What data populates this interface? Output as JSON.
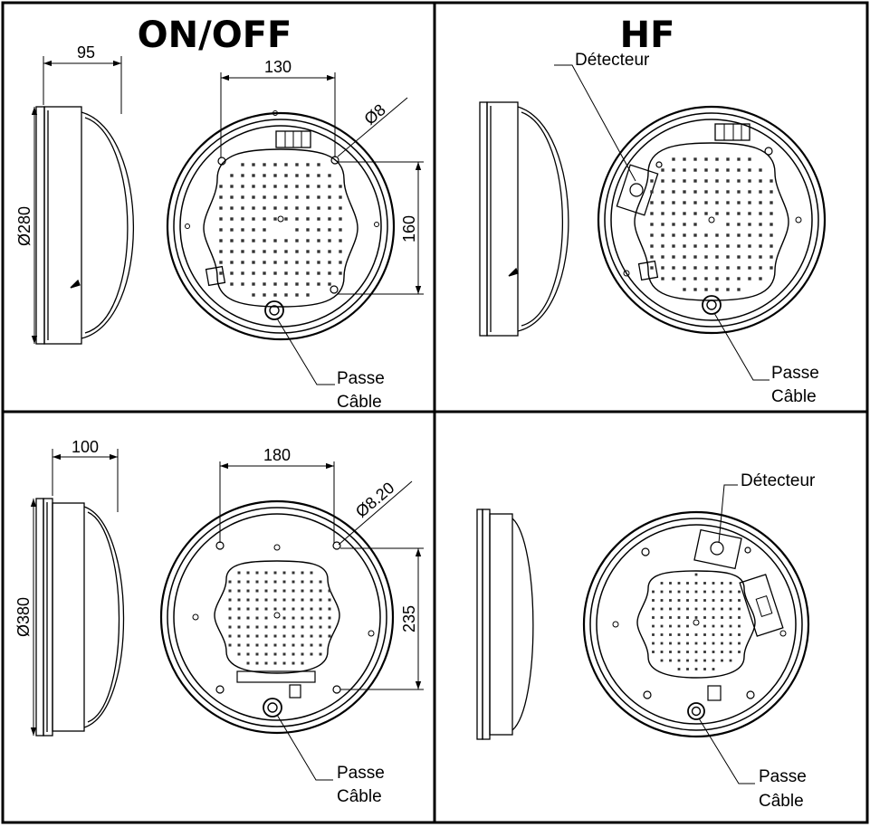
{
  "headers": {
    "left": "ON/OFF",
    "right": "HF"
  },
  "panel_tl": {
    "width": "95",
    "diameter": "Ø280",
    "spacing": "130",
    "hole": "Ø8",
    "height": "160",
    "cable_line1": "Passe",
    "cable_line2": "Câble"
  },
  "panel_tr": {
    "detector": "Détecteur",
    "cable_line1": "Passe",
    "cable_line2": "Câble"
  },
  "panel_bl": {
    "width": "100",
    "diameter": "Ø380",
    "spacing": "180",
    "hole": "Ø8.20",
    "height": "235",
    "cable_line1": "Passe",
    "cable_line2": "Câble"
  },
  "panel_br": {
    "detector": "Détecteur",
    "cable_line1": "Passe",
    "cable_line2": "Câble"
  }
}
